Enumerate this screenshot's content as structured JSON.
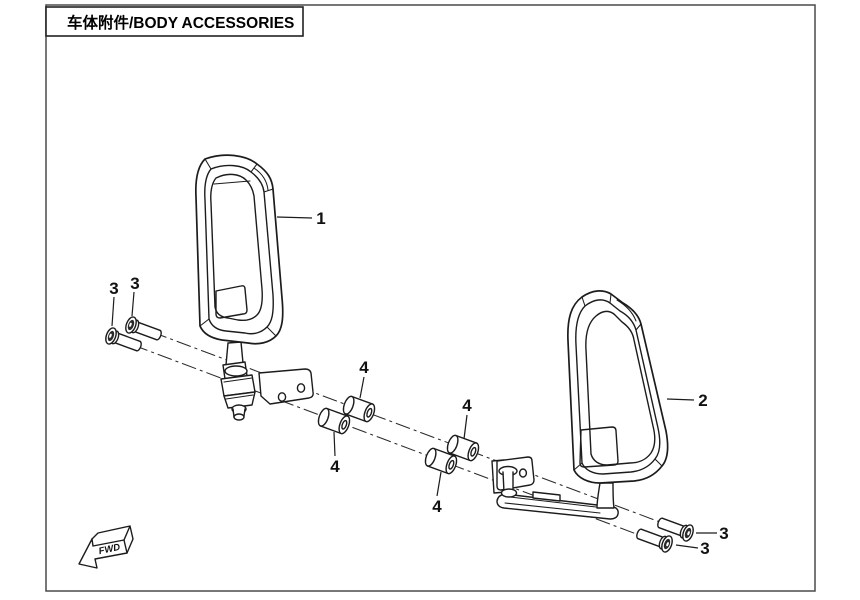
{
  "colors": {
    "ink": "#1c1c1c",
    "frame_border": "#4a4a4a",
    "background": "#ffffff"
  },
  "title_block": {
    "title": "车体附件/BODY ACCESSORIES"
  },
  "callouts": {
    "mirror_left": "1",
    "mirror_right": "2",
    "bolt": "3",
    "spacer": "4"
  },
  "direction_indicator": {
    "label": "FWD"
  }
}
